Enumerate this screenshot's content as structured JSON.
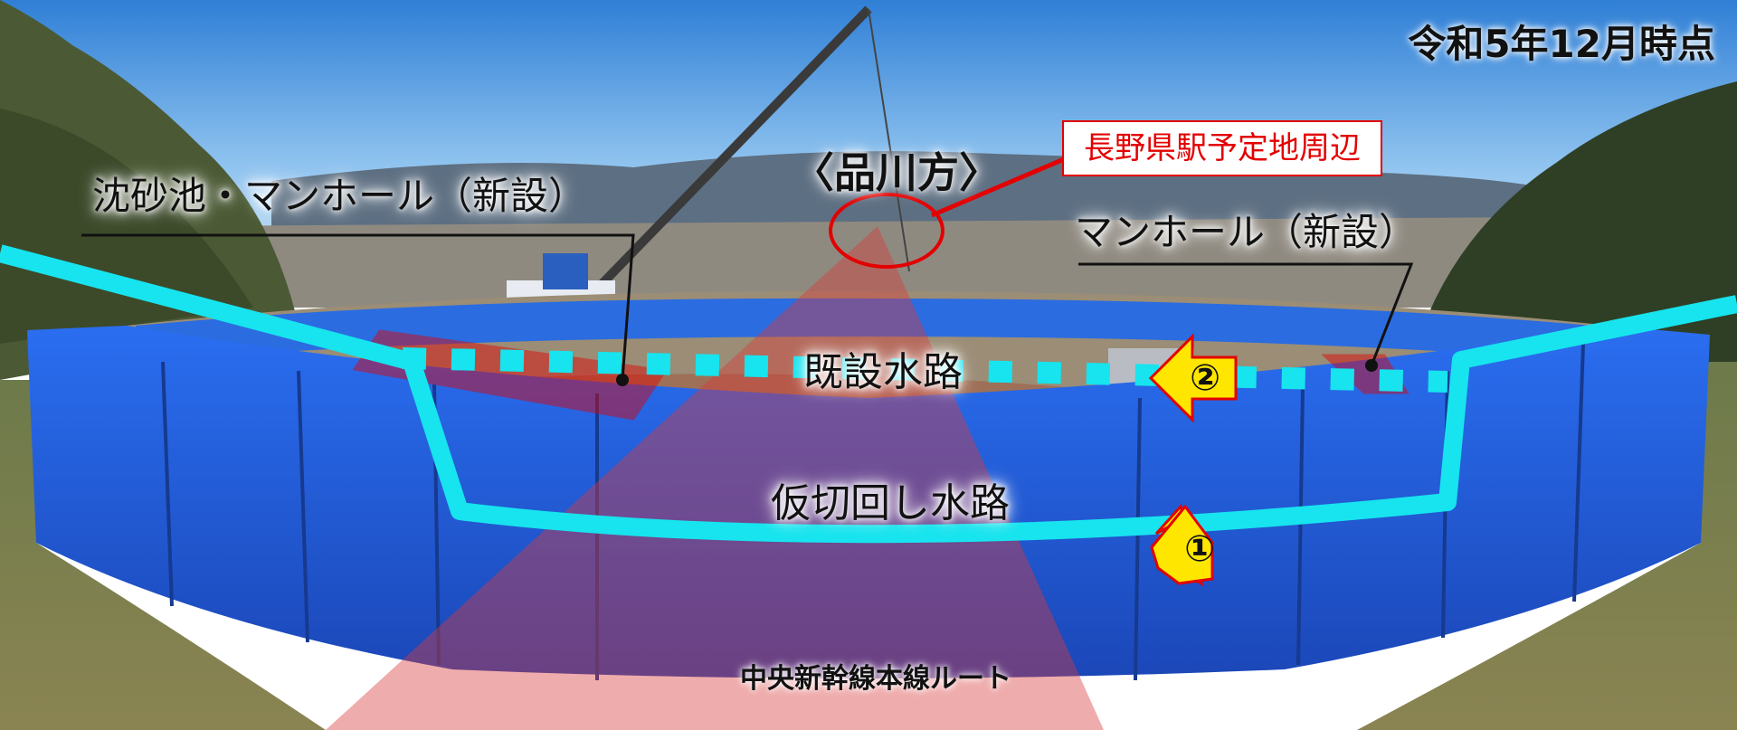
{
  "labels": {
    "date": "令和5年12月時点",
    "station_area": "長野県駅予定地周辺",
    "direction": "〈品川方〉",
    "sediment_basin": "沈砂池・マンホール（新設）",
    "manhole_new": "マンホール（新設）",
    "existing_channel": "既設水路",
    "temporary_channel": "仮切回し水路",
    "main_route": "中央新幹線本線ルート",
    "marker_1": "①",
    "marker_2": "②"
  },
  "colors": {
    "cyan_channel": "#17e4ee",
    "red_highlight": "#e30000",
    "blue_fence": "#1f5fe0",
    "yellow_arrow": "#ffe600",
    "route_cone": "#d93a3a"
  }
}
